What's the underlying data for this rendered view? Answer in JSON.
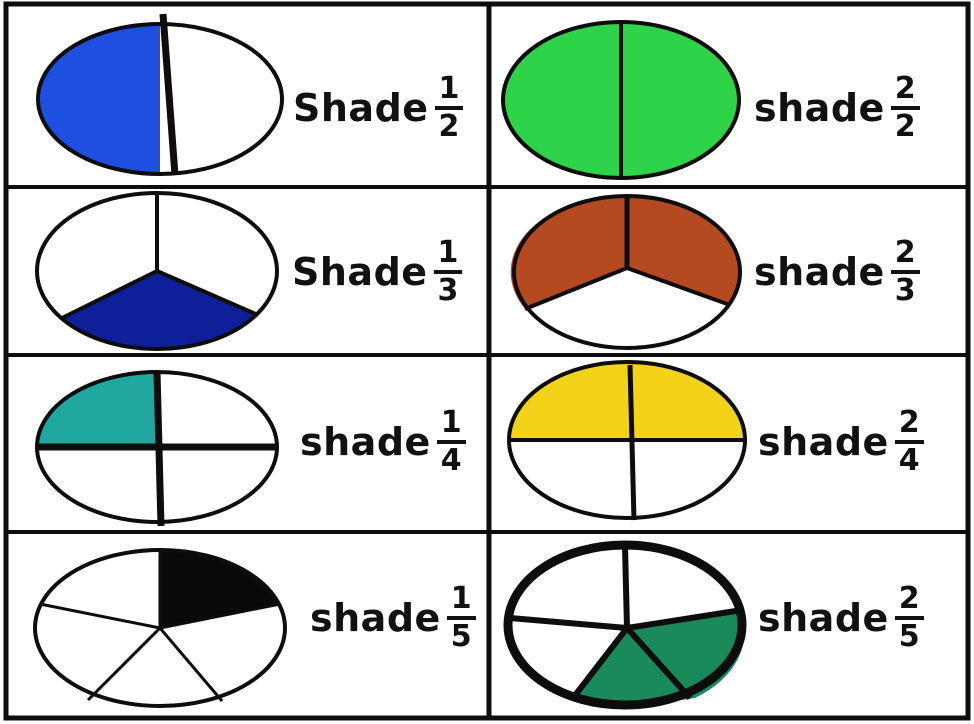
{
  "cells": [
    {
      "word": "Shade",
      "num": "1",
      "den": "2"
    },
    {
      "word": "shade",
      "num": "2",
      "den": "2"
    },
    {
      "word": "Shade",
      "num": "1",
      "den": "3"
    },
    {
      "word": "shade",
      "num": "2",
      "den": "3"
    },
    {
      "word": "shade",
      "num": "1",
      "den": "4"
    },
    {
      "word": "shade",
      "num": "2",
      "den": "4"
    },
    {
      "word": "shade",
      "num": "1",
      "den": "5"
    },
    {
      "word": "shade",
      "num": "2",
      "den": "5"
    }
  ],
  "colors": {
    "half_one": "#1f4fe0",
    "half_two": "#2fd34a",
    "third_one": "#0f1f9a",
    "third_two": "#b5491f",
    "quarter_one": "#20a8a0",
    "quarter_two": "#f3d21a",
    "fifth_one": "#0a0a0a",
    "fifth_two": "#1a8a5a",
    "outline": "#0d0d0d"
  }
}
